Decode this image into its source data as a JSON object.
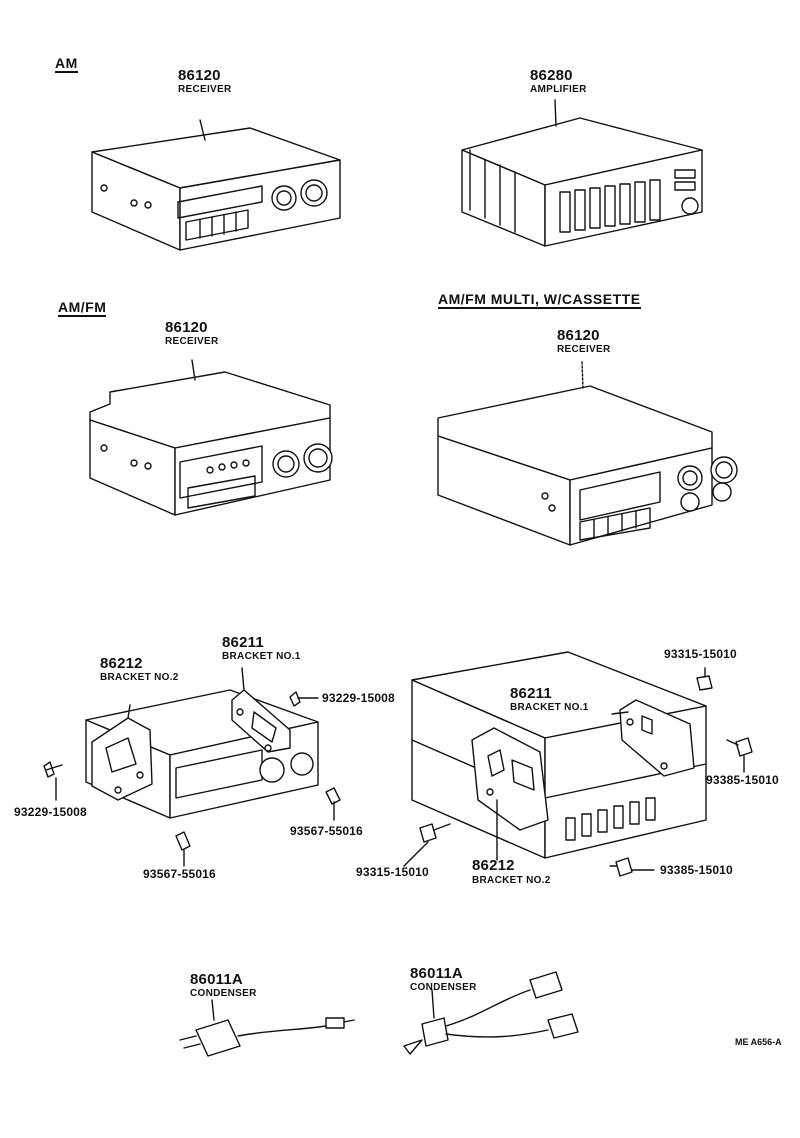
{
  "sections": {
    "am": "AM",
    "am_fm": "AM/FM",
    "am_fm_multi": "AM/FM MULTI, W/CASSETTE"
  },
  "parts": {
    "am_receiver": {
      "number": "86120",
      "name": "RECEIVER"
    },
    "amplifier": {
      "number": "86280",
      "name": "AMPLIFIER"
    },
    "amfm_receiver": {
      "number": "86120",
      "name": "RECEIVER"
    },
    "multi_receiver": {
      "number": "86120",
      "name": "RECEIVER"
    },
    "bracket2_left": {
      "number": "86212",
      "name": "BRACKET NO.2"
    },
    "bracket1_left": {
      "number": "86211",
      "name": "BRACKET NO.1"
    },
    "bracket1_right": {
      "number": "86211",
      "name": "BRACKET NO.1"
    },
    "bracket2_right": {
      "number": "86212",
      "name": "BRACKET NO.2"
    },
    "condenser_left": {
      "number": "86011A",
      "name": "CONDENSER"
    },
    "condenser_right": {
      "number": "86011A",
      "name": "CONDENSER"
    }
  },
  "fasteners": {
    "left_top_screw": "93229-15008",
    "left_side_screw": "93229-15008",
    "left_lower_screw_a": "93567-55016",
    "left_lower_screw_b": "93567-55016",
    "right_top_bolt": "93315-15010",
    "right_side_screw": "93385-15010",
    "right_lower_bolt": "93315-15010",
    "right_lower_screw": "93385-15010"
  },
  "figure_code": "ME  A656-A"
}
